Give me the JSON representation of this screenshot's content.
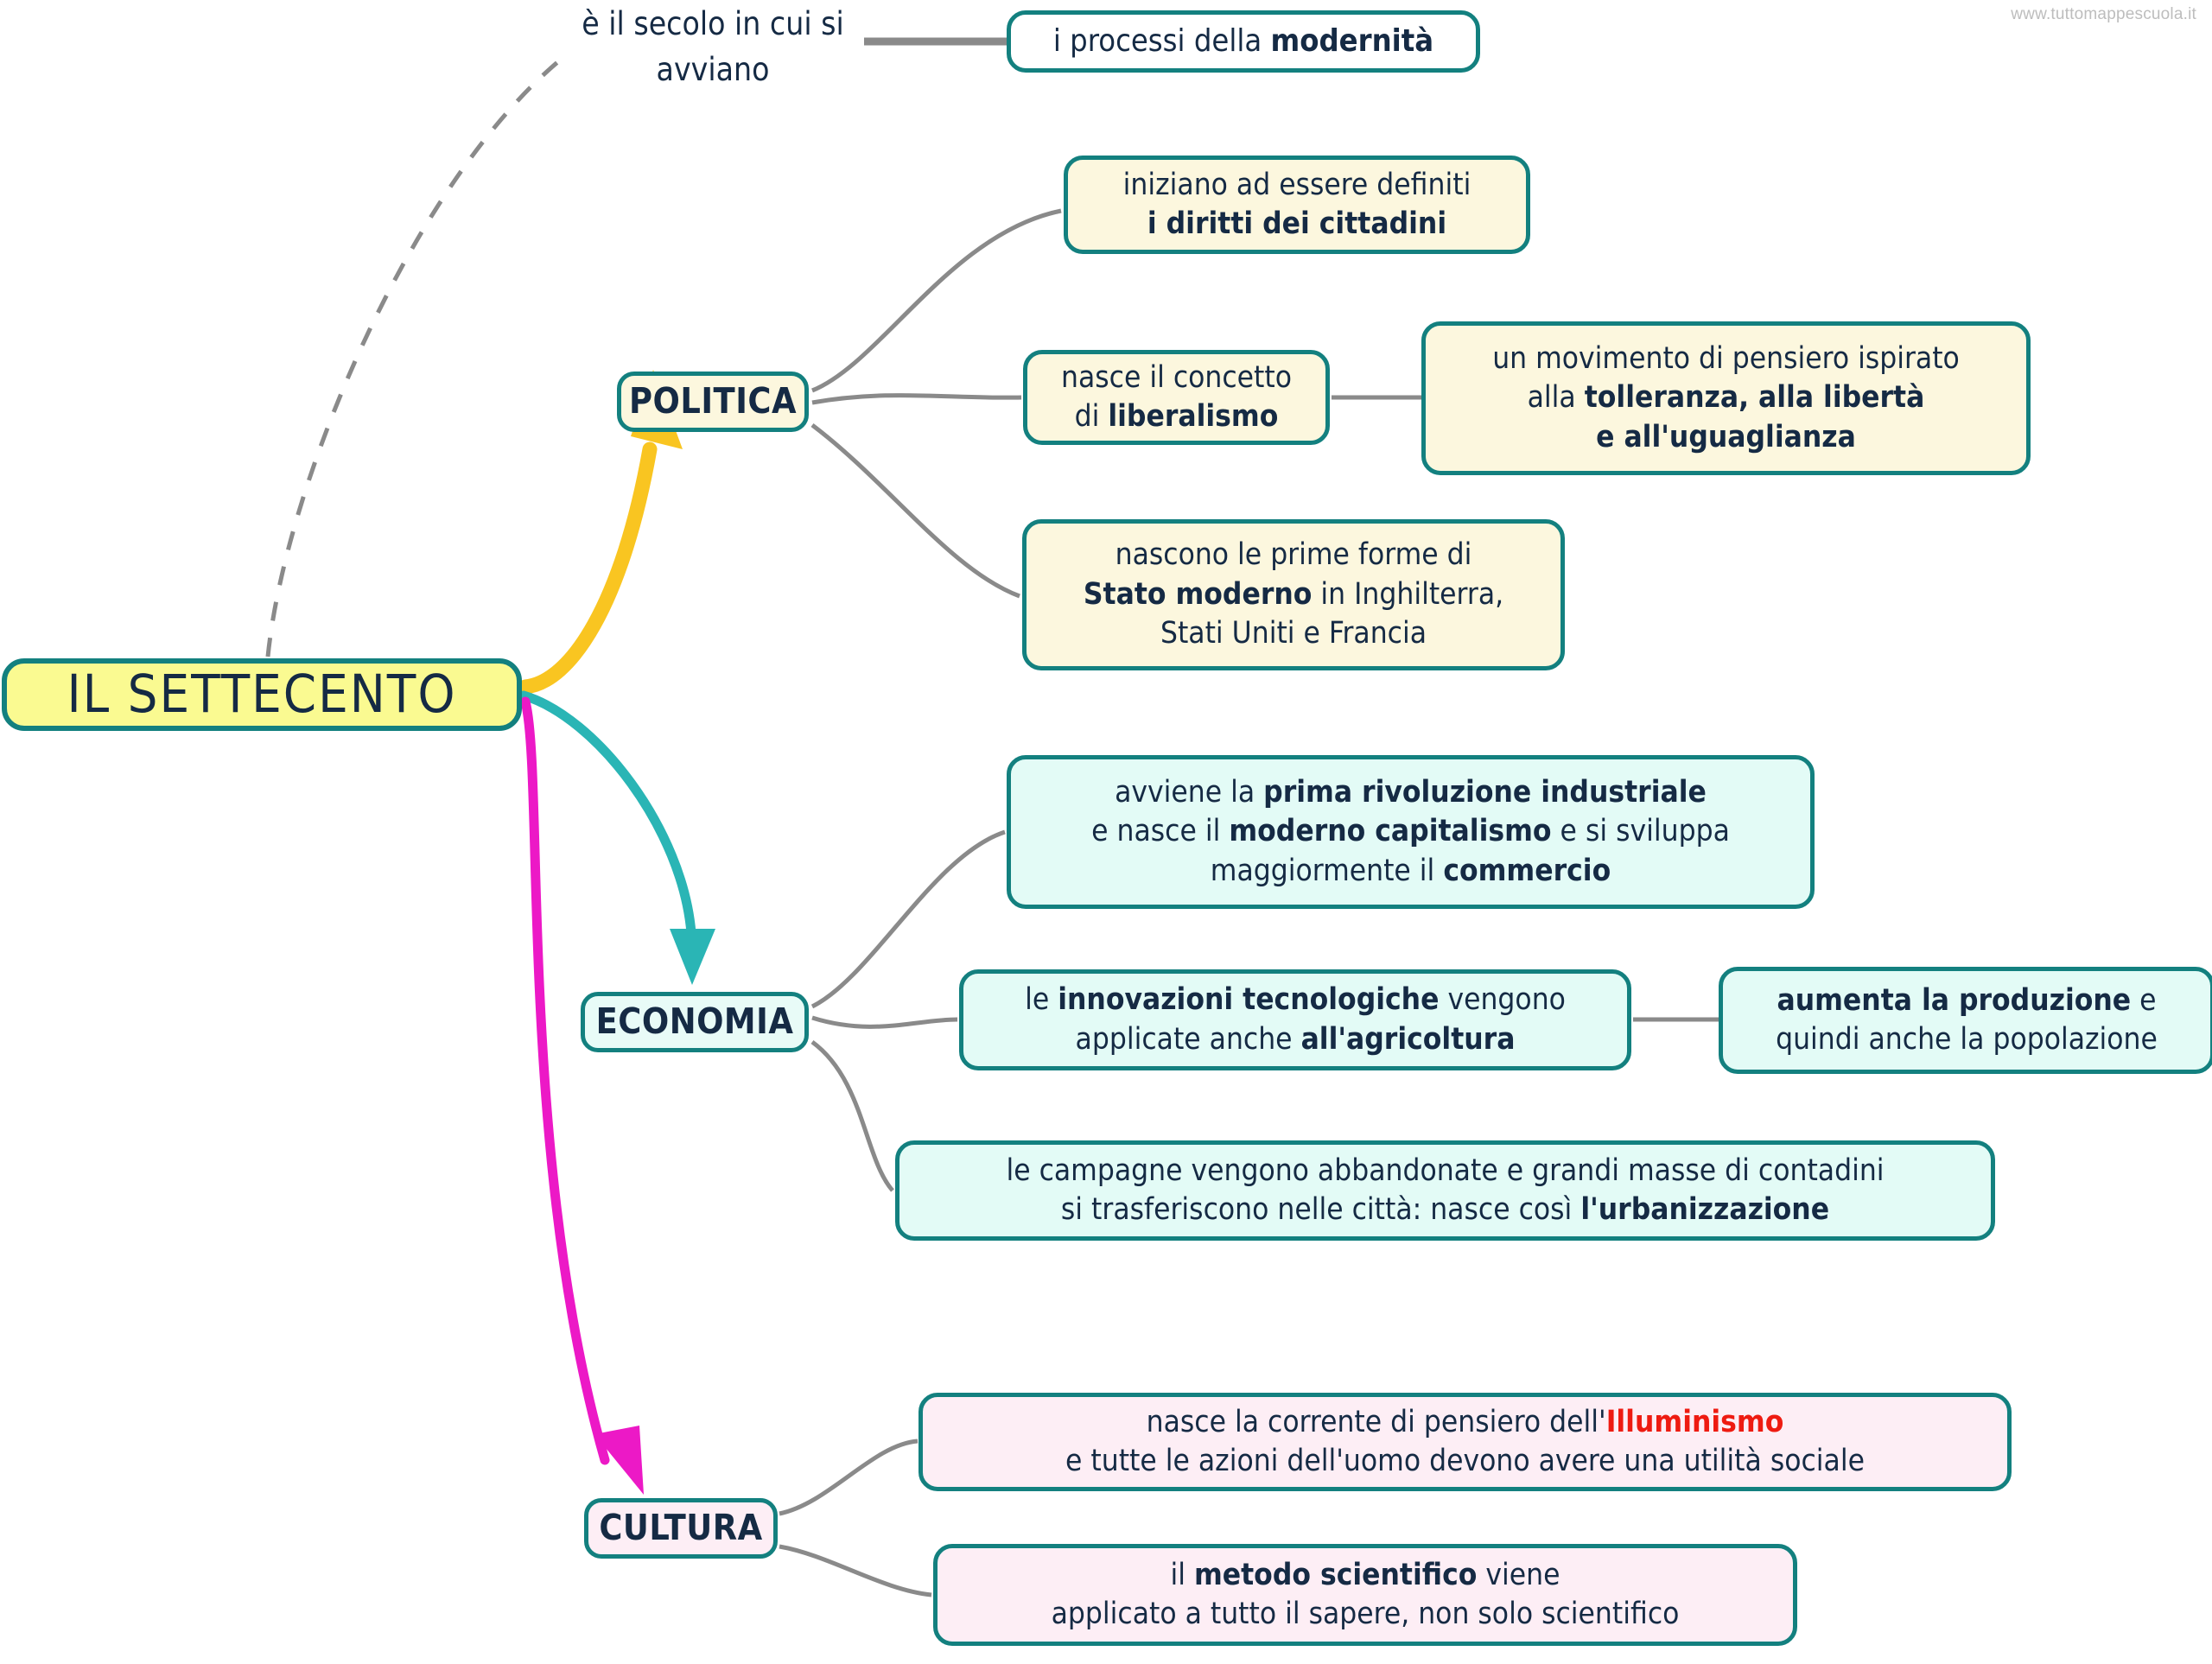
{
  "watermark": "www.tuttomappescuola.it",
  "root": {
    "label": "IL SETTECENTO",
    "color": "#fafa91",
    "border": "#13807f"
  },
  "caption": {
    "line1": "è il secolo in cui",
    "line2": "si avviano"
  },
  "colors": {
    "branch_politica_arrow": "#f9c521",
    "branch_economia_arrow": "#2ab5b5",
    "branch_cultura_arrow": "#ec19c6",
    "leaf_border": "#13807f",
    "leaf_yellow_bg": "#fcf7de",
    "leaf_cyan_bg": "#e3fbf6",
    "leaf_pink_bg": "#fdeef5",
    "connector_gray": "#8a8a8a",
    "text": "#152a44",
    "accent_red": "#ee1b11"
  },
  "top_node": {
    "prefix": "i processi della ",
    "bold": "modernità"
  },
  "branches": [
    {
      "id": "politica",
      "label": "POLITICA",
      "arrow_color": "#f9c521",
      "leaves": [
        {
          "id": "diritti",
          "lines": [
            [
              {
                "t": "iniziano ad essere definiti",
                "b": false
              }
            ],
            [
              {
                "t": "i diritti dei cittadini",
                "b": true
              }
            ]
          ]
        },
        {
          "id": "liberalismo",
          "lines": [
            [
              {
                "t": "nasce il concetto",
                "b": false
              }
            ],
            [
              {
                "t": "di ",
                "b": false
              },
              {
                "t": "liberalismo",
                "b": true
              }
            ]
          ]
        },
        {
          "id": "tolleranza",
          "lines": [
            [
              {
                "t": "un movimento di pensiero ispirato",
                "b": false
              }
            ],
            [
              {
                "t": "alla ",
                "b": false
              },
              {
                "t": "tolleranza, alla libertà",
                "b": true
              }
            ],
            [
              {
                "t": "e all'uguaglianza",
                "b": true
              }
            ]
          ]
        },
        {
          "id": "stato",
          "lines": [
            [
              {
                "t": "nascono le prime forme di",
                "b": false
              }
            ],
            [
              {
                "t": "Stato moderno",
                "b": true
              },
              {
                "t": " in Inghilterra,",
                "b": false
              }
            ],
            [
              {
                "t": "Stati Uniti e Francia",
                "b": false
              }
            ]
          ]
        }
      ]
    },
    {
      "id": "economia",
      "label": "ECONOMIA",
      "arrow_color": "#2ab5b5",
      "leaves": [
        {
          "id": "rivoluzione",
          "lines": [
            [
              {
                "t": "avviene la ",
                "b": false
              },
              {
                "t": "prima rivoluzione industriale",
                "b": true
              }
            ],
            [
              {
                "t": "e nasce il ",
                "b": false
              },
              {
                "t": "moderno capitalismo",
                "b": true
              },
              {
                "t": " e si sviluppa",
                "b": false
              }
            ],
            [
              {
                "t": "maggiormente il ",
                "b": false
              },
              {
                "t": "commercio",
                "b": true
              }
            ]
          ]
        },
        {
          "id": "innovazioni",
          "lines": [
            [
              {
                "t": "le ",
                "b": false
              },
              {
                "t": "innovazioni tecnologiche",
                "b": true
              },
              {
                "t": " vengono",
                "b": false
              }
            ],
            [
              {
                "t": "applicate anche ",
                "b": false
              },
              {
                "t": "all'agricoltura",
                "b": true
              }
            ]
          ]
        },
        {
          "id": "produzione",
          "lines": [
            [
              {
                "t": "aumenta la produzione",
                "b": true
              },
              {
                "t": " e",
                "b": false
              }
            ],
            [
              {
                "t": "quindi anche la popolazione",
                "b": false
              }
            ]
          ]
        },
        {
          "id": "urbanizzazione",
          "lines": [
            [
              {
                "t": "le campagne vengono abbandonate e grandi masse di contadini",
                "b": false
              }
            ],
            [
              {
                "t": "si trasferiscono nelle città: nasce così ",
                "b": false
              },
              {
                "t": "l'urbanizzazione",
                "b": true
              }
            ]
          ]
        }
      ]
    },
    {
      "id": "cultura",
      "label": "CULTURA",
      "arrow_color": "#ec19c6",
      "leaves": [
        {
          "id": "illuminismo",
          "lines": [
            [
              {
                "t": "nasce la corrente di pensiero dell'",
                "b": false
              },
              {
                "t": "Illuminismo",
                "b": true,
                "c": "#ee1b11"
              }
            ],
            [
              {
                "t": "e tutte le azioni dell'uomo devono avere una utilità sociale",
                "b": false
              }
            ]
          ]
        },
        {
          "id": "metodo",
          "lines": [
            [
              {
                "t": "il ",
                "b": false
              },
              {
                "t": "metodo scientifico",
                "b": true
              },
              {
                "t": " viene",
                "b": false
              }
            ],
            [
              {
                "t": "applicato a tutto il sapere, non solo scientifico",
                "b": false
              }
            ]
          ]
        }
      ]
    }
  ]
}
